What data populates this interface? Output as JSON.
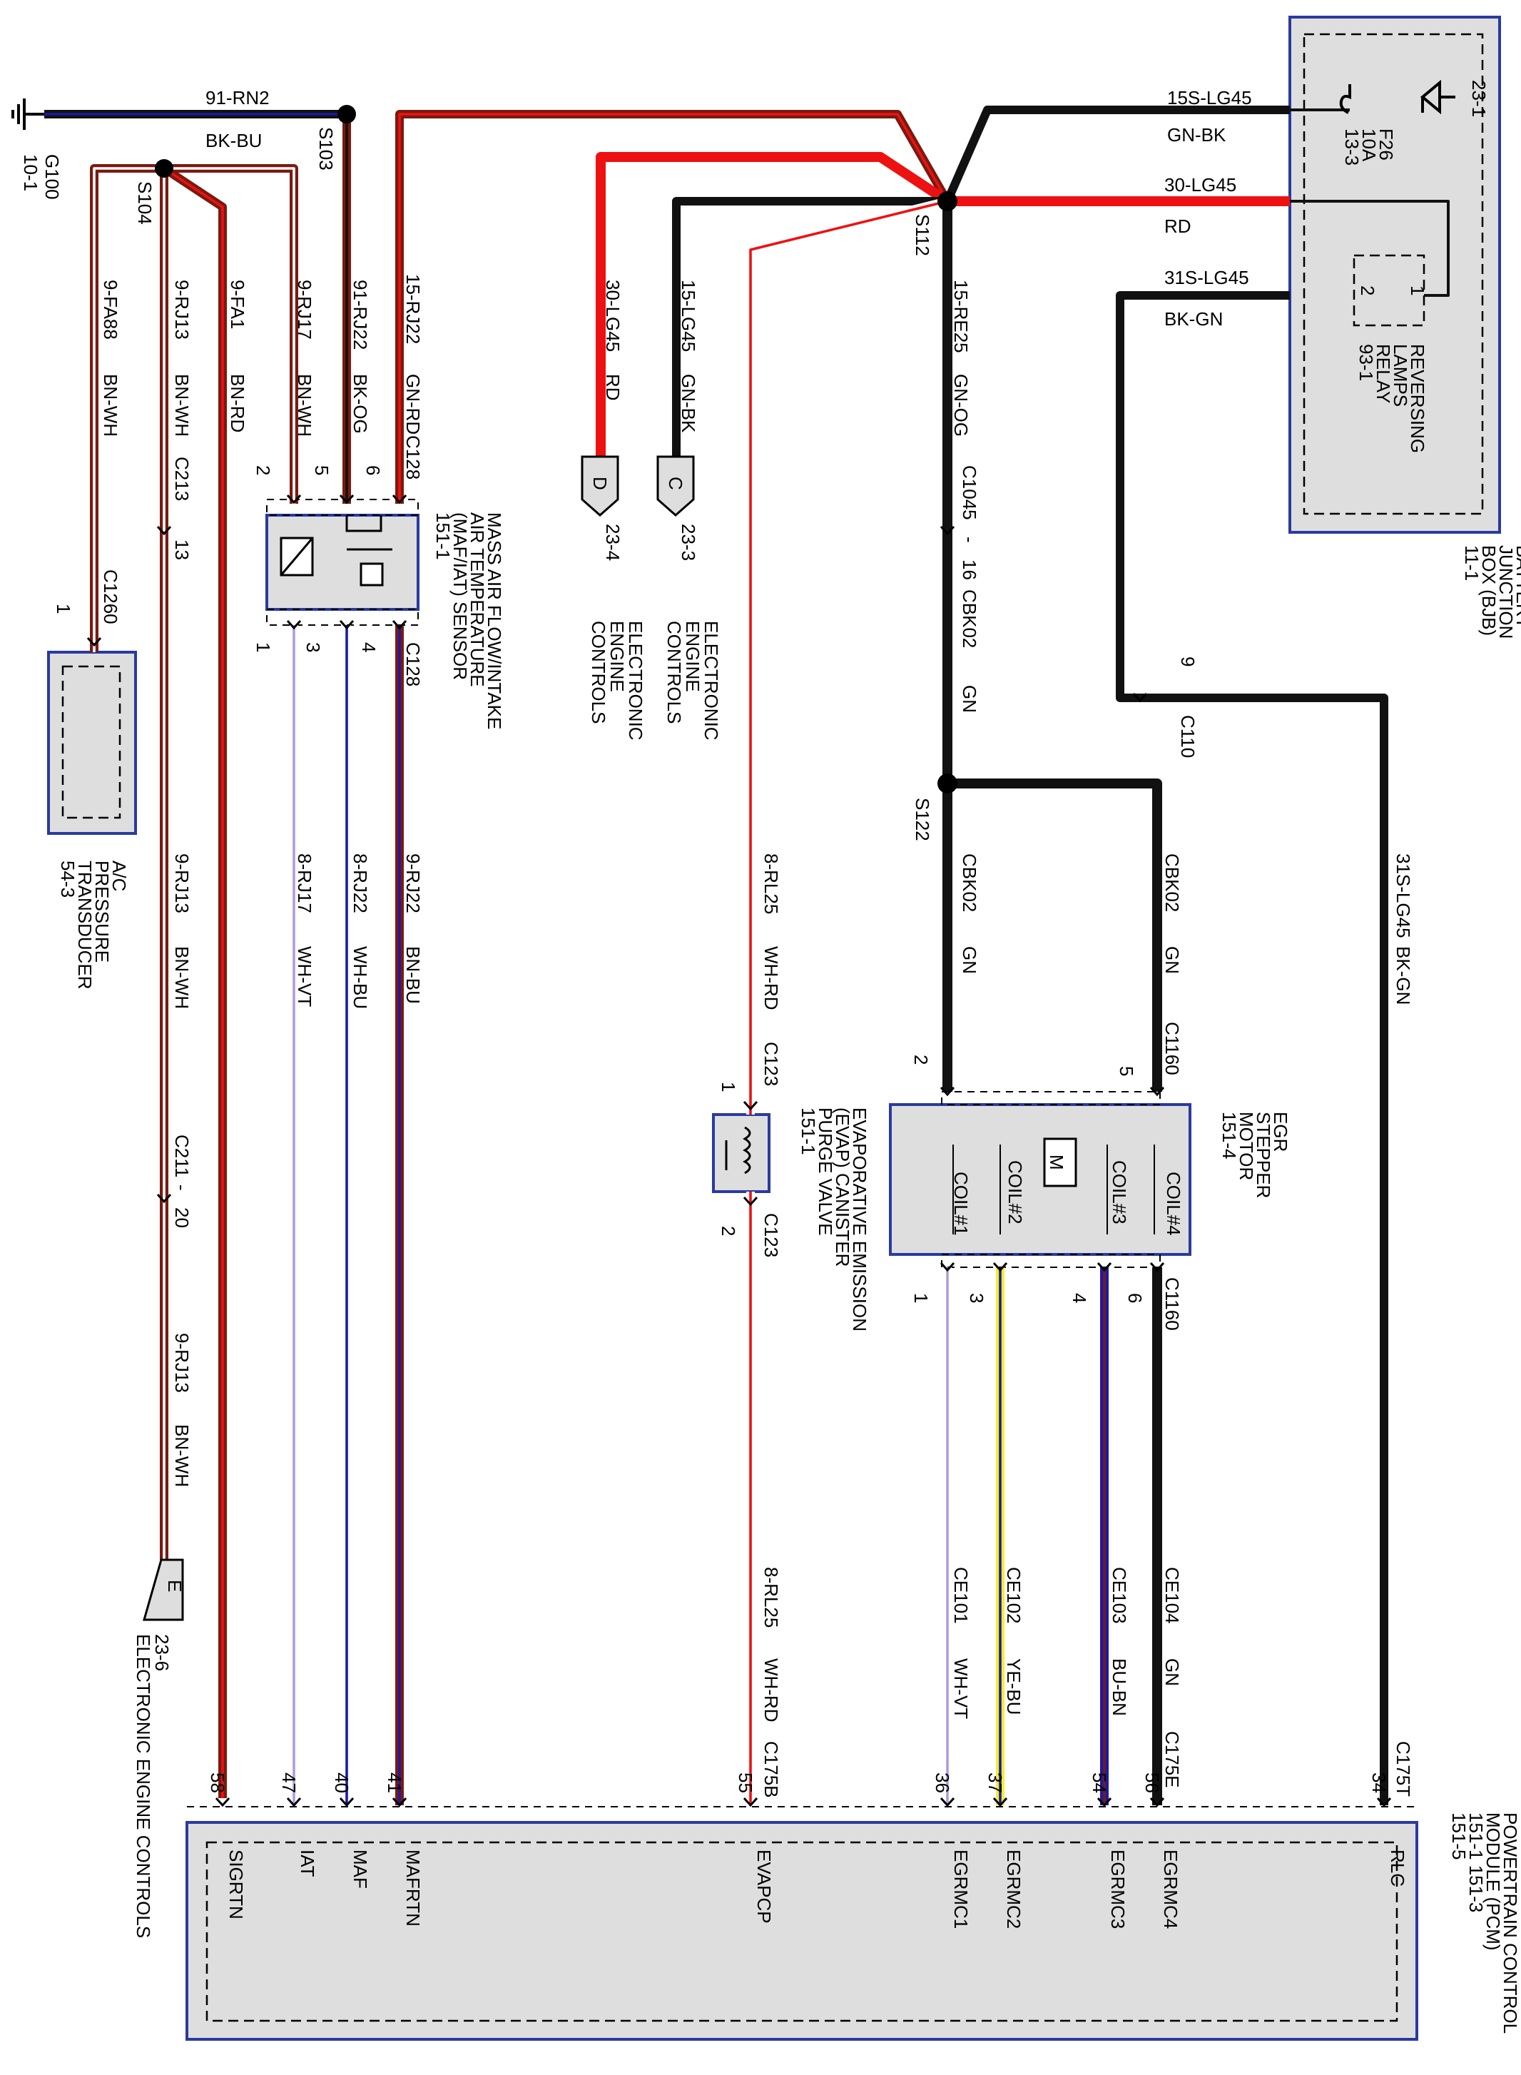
{
  "colors": {
    "black": "#111111",
    "red": "#ee1111",
    "white": "#ffffff",
    "brown": "#7a1a10",
    "blue": "#1a1aa8",
    "yellow": "#f2ef30",
    "violet": "#b09cd8",
    "box_fill": "#dedede",
    "box_stroke": "#2a3aa0"
  },
  "wires": {
    "ground": {
      "circuit": "91-RN2",
      "color": "BK-BU"
    },
    "w15s_lg45_top": {
      "circuit": "15S-LG45",
      "color": "GN-BK"
    },
    "w30_lg45_top": {
      "circuit": "30-LG45",
      "color": "RD"
    },
    "w31s_lg45_top": {
      "circuit": "31S-LG45",
      "color": "BK-GN"
    },
    "w9fa88": {
      "circuit": "9-FA88",
      "color": "BN-WH"
    },
    "w9rj13_a": {
      "circuit": "9-RJ13",
      "color": "BN-WH"
    },
    "w9rj13_b": {
      "circuit": "9-RJ13",
      "color": "BN-WH"
    },
    "w9rj13_c": {
      "circuit": "9-RJ13",
      "color": "BN-WH"
    },
    "w9fa1": {
      "circuit": "9-FA1",
      "color": "BN-RD"
    },
    "w9rj17": {
      "circuit": "9-RJ17",
      "color": "BN-WH"
    },
    "w91rj22": {
      "circuit": "91-RJ22",
      "color": "BK-OG"
    },
    "w15rj22": {
      "circuit": "15-RJ22",
      "color": "GN-RD"
    },
    "w30lg45": {
      "circuit": "30-LG45",
      "color": "RD"
    },
    "w15lg45": {
      "circuit": "15-LG45",
      "color": "GN-BK"
    },
    "w15re25": {
      "circuit": "15-RE25",
      "color": "GN-OG"
    },
    "wcbk02_a": {
      "circuit": "CBK02",
      "color": "GN"
    },
    "wcbk02_b": {
      "circuit": "CBK02",
      "color": "GN"
    },
    "wcbk02_c": {
      "circuit": "CBK02",
      "color": "GN"
    },
    "w31slg45": {
      "circuit": "31S-LG45",
      "color": "BK-GN"
    },
    "w8rj17": {
      "circuit": "8-RJ17",
      "color": "WH-VT"
    },
    "w8rj22": {
      "circuit": "8-RJ22",
      "color": "WH-BU"
    },
    "w9rj22": {
      "circuit": "9-RJ22",
      "color": "BN-BU"
    },
    "w8rl25_a": {
      "circuit": "8-RL25",
      "color": "WH-RD"
    },
    "w8rl25_b": {
      "circuit": "8-RL25",
      "color": "WH-RD"
    },
    "wce101": {
      "circuit": "CE101",
      "color": "WH-VT"
    },
    "wce102": {
      "circuit": "CE102",
      "color": "YE-BU"
    },
    "wce103": {
      "circuit": "CE103",
      "color": "BU-BN"
    },
    "wce104": {
      "circuit": "CE104",
      "color": "GN"
    }
  },
  "splices": {
    "s103": "S103",
    "s104": "S104",
    "s112": "S112",
    "s122": "S122"
  },
  "ground_point": {
    "name": "G100",
    "ref": "10-1"
  },
  "connectors": {
    "c128_top": "C128",
    "c128_bot": "C128",
    "c1260": "C1260",
    "c213": "C213",
    "c211": "C211",
    "c1045": "C1045",
    "c110": "C110",
    "c123_top": "C123",
    "c123_bot": "C123",
    "c1160_top": "C1160",
    "c1160_bot": "C1160",
    "c175b": "C175B",
    "c175e": "C175E",
    "c175t": "C175T",
    "dash": "-"
  },
  "pins": {
    "c1260": "1",
    "c213": "13",
    "c211": "20",
    "c1045": "16",
    "c110": "9",
    "maf_top": [
      "2",
      "5",
      "6"
    ],
    "maf_bot": [
      "1",
      "3",
      "4"
    ],
    "c123_top": "1",
    "c123_bot": "2",
    "egr_top": [
      "2",
      "5"
    ],
    "egr_bot": [
      "1",
      "3",
      "4",
      "6"
    ],
    "pcm": [
      "58",
      "47",
      "40",
      "41",
      "55",
      "36",
      "37",
      "54",
      "56",
      "34"
    ]
  },
  "components": {
    "bjb": {
      "lines": [
        "BATTERY",
        "JUNCTION",
        "BOX (BJB)",
        "11-1"
      ]
    },
    "fuse": {
      "ref": "23-1",
      "lines": [
        "F26",
        "10A",
        "13-3"
      ]
    },
    "relay": {
      "pins": [
        "1",
        "2"
      ],
      "lines": [
        "REVERSING",
        "LAMPS",
        "RELAY",
        "93-1"
      ]
    },
    "maf": {
      "lines": [
        "MASS AIR FLOW/INTAKE",
        "AIR TEMPERATURE",
        "(MAF/IAT) SENSOR",
        "151-1"
      ]
    },
    "ac": {
      "lines": [
        "A/C",
        "PRESSURE",
        "TRANSDUCER",
        "54-3"
      ]
    },
    "evap": {
      "lines": [
        "EVAPORATIVE EMISSION",
        "(EVAP) CANISTER",
        "PURGE VALVE",
        "151-1"
      ]
    },
    "egr": {
      "lines": [
        "EGR",
        "STEPPER",
        "MOTOR",
        "151-4"
      ],
      "motor": "M",
      "coils": [
        "COIL#1",
        "COIL#2",
        "COIL#3",
        "COIL#4"
      ]
    },
    "pcm": {
      "lines": [
        "POWERTRAIN CONTROL",
        "MODULE (PCM)",
        "151-1    151-3",
        "151-5"
      ],
      "pin_labels": [
        "SIGRTN",
        "IAT",
        "MAF",
        "MAFRTN",
        "EVAPCP",
        "EGRMC1",
        "EGRMC2",
        "EGRMC3",
        "EGRMC4",
        "RLC"
      ]
    }
  },
  "offpage": {
    "d": {
      "letter": "D",
      "ref": "23-4",
      "lines": [
        "ELECTRONIC",
        "ENGINE",
        "CONTROLS"
      ]
    },
    "c": {
      "letter": "C",
      "ref": "23-3",
      "lines": [
        "ELECTRONIC",
        "ENGINE",
        "CONTROLS"
      ]
    },
    "e": {
      "letter": "E",
      "ref": "23-6",
      "lines": [
        "ELECTRONIC ENGINE CONTROLS"
      ]
    }
  }
}
